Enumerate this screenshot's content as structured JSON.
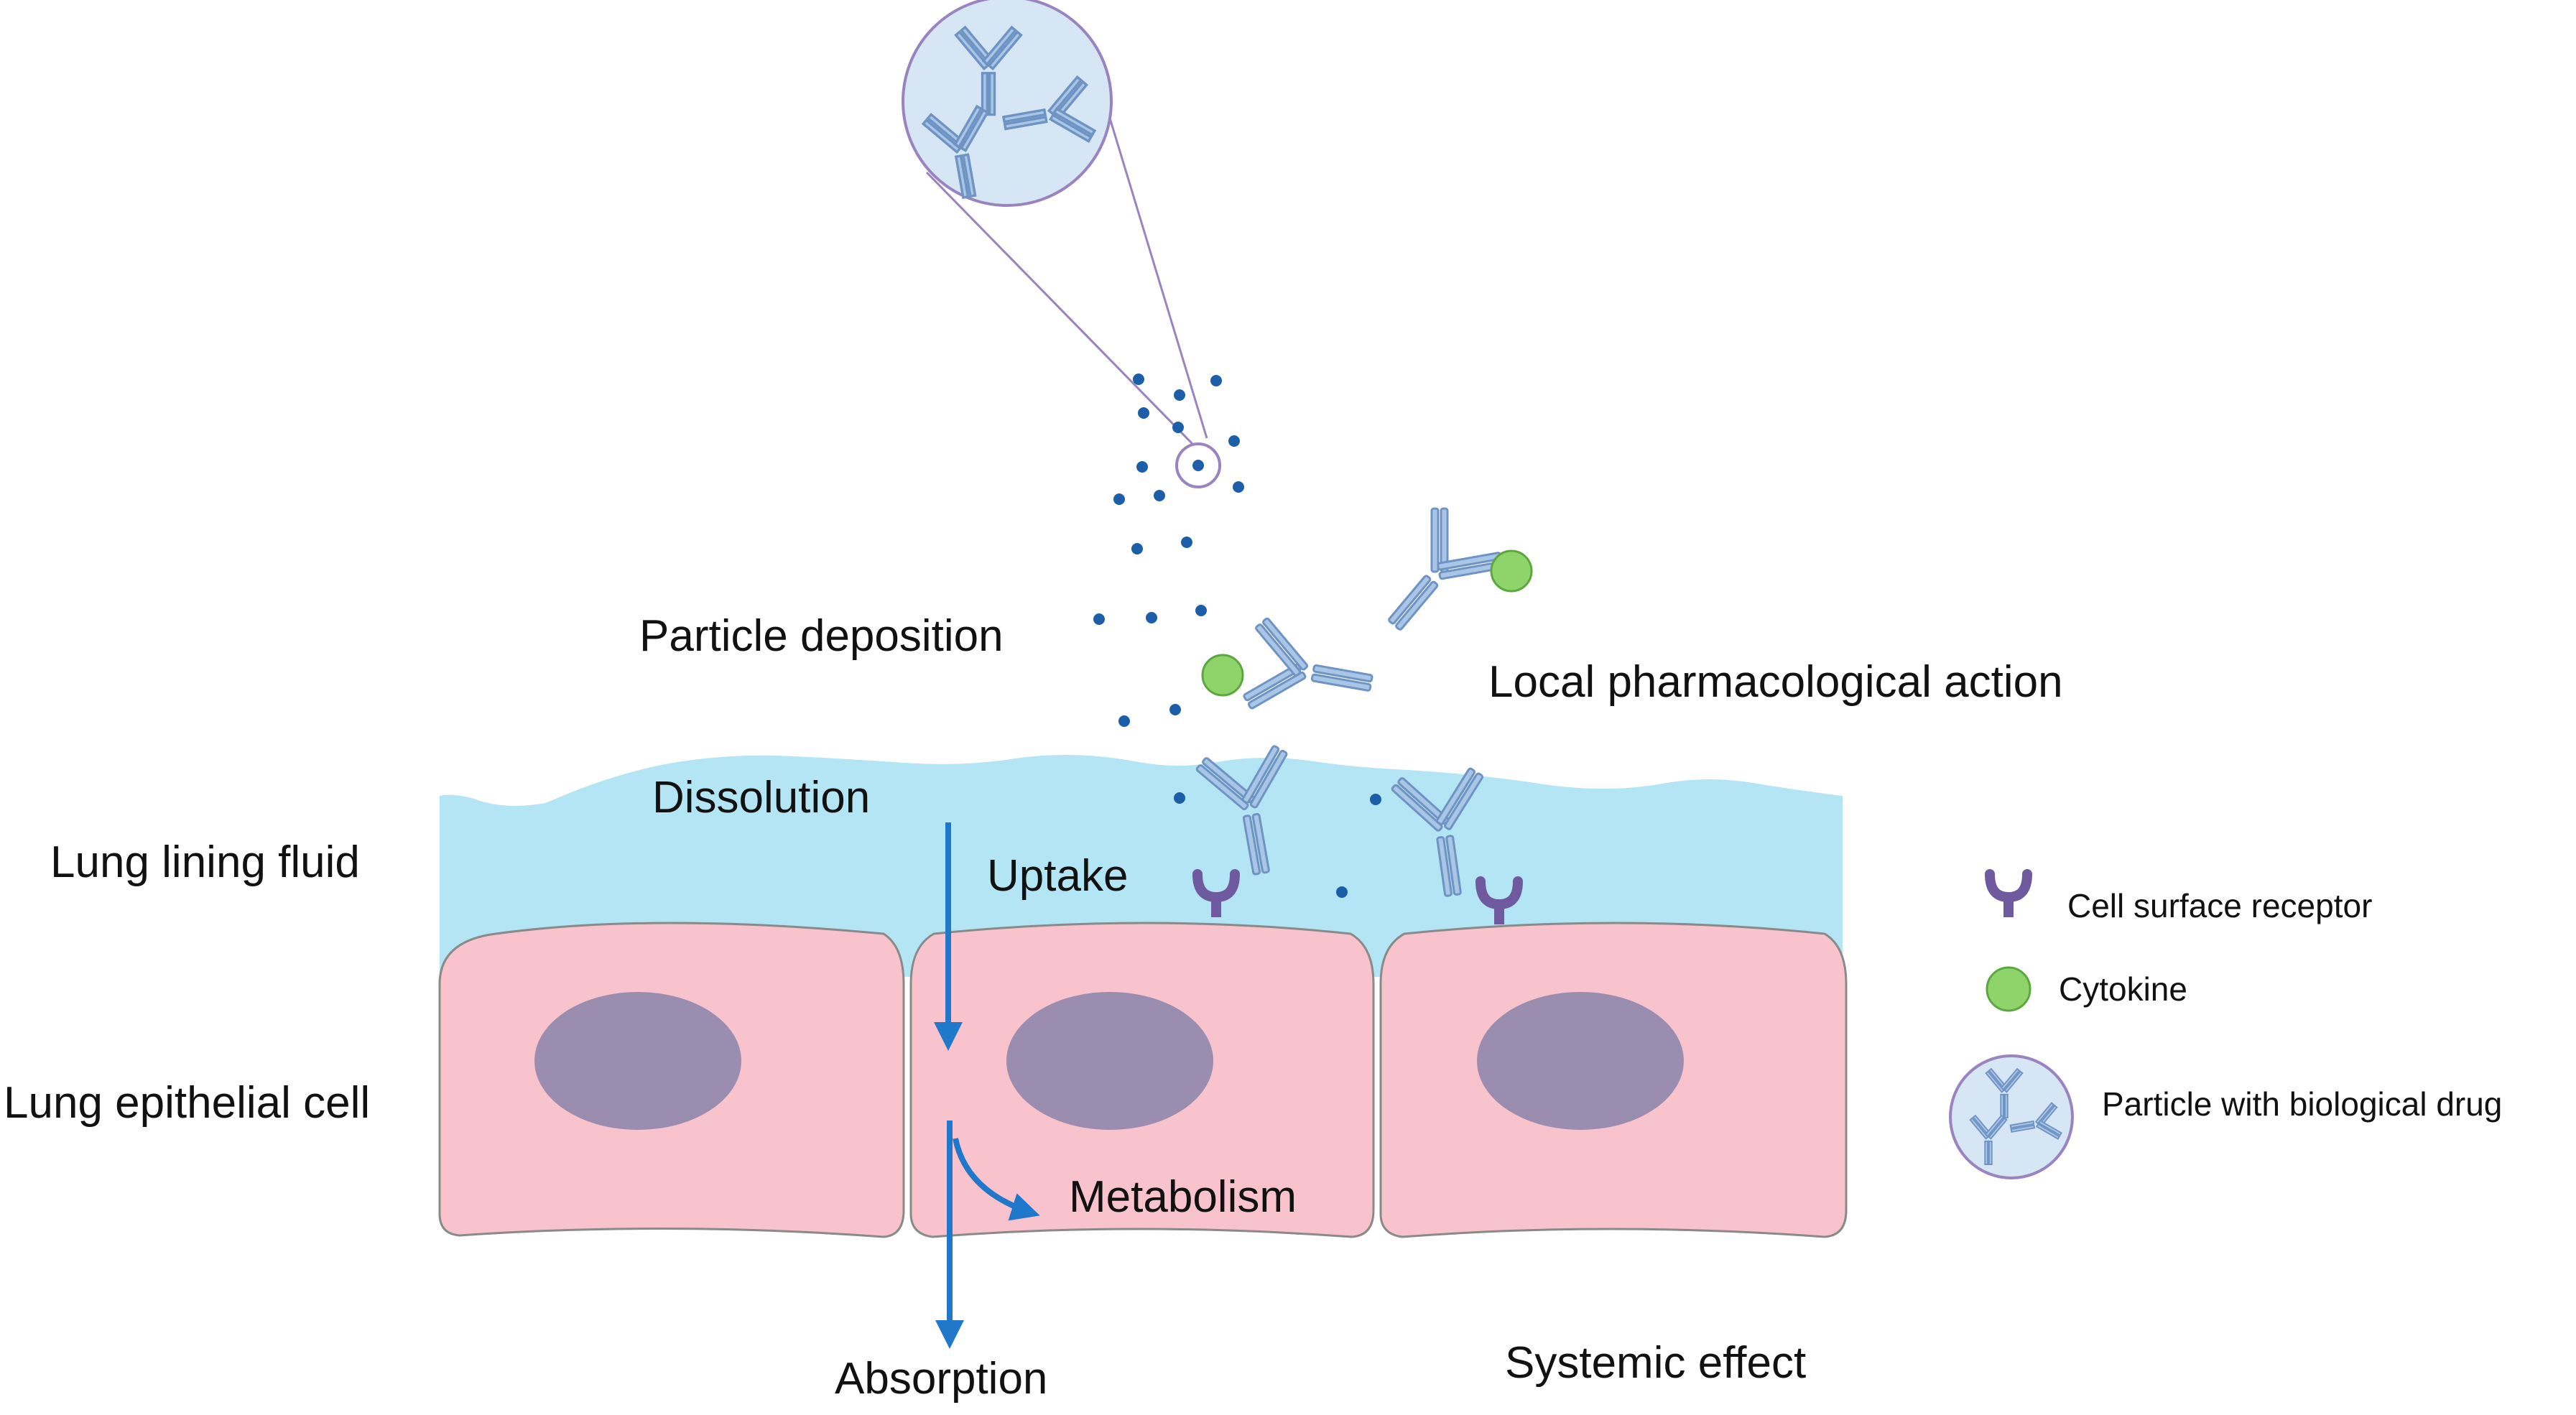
{
  "labels": {
    "particle_deposition": "Particle deposition",
    "local_action": "Local pharmacological action",
    "dissolution": "Dissolution",
    "lung_lining_fluid": "Lung lining fluid",
    "uptake": "Uptake",
    "lung_epithelial_cell": "Lung epithelial cell",
    "metabolism": "Metabolism",
    "absorption": "Absorption",
    "systemic_effect": "Systemic effect"
  },
  "legend": {
    "receptor": "Cell surface receptor",
    "cytokine": "Cytokine",
    "particle": "Particle with biological drug"
  },
  "colors": {
    "fluid": "#b3e5f5",
    "cell": "#f8c3cd",
    "nucleus": "#9b8db0",
    "arrow": "#1f78c9",
    "dot": "#1c5fa8",
    "antibody": "#a9c6e6",
    "receptor": "#6f5aa0",
    "cytokine": "#8fd46a",
    "particle_fill": "#d7e6f5",
    "particle_stroke": "#9a84c0"
  }
}
